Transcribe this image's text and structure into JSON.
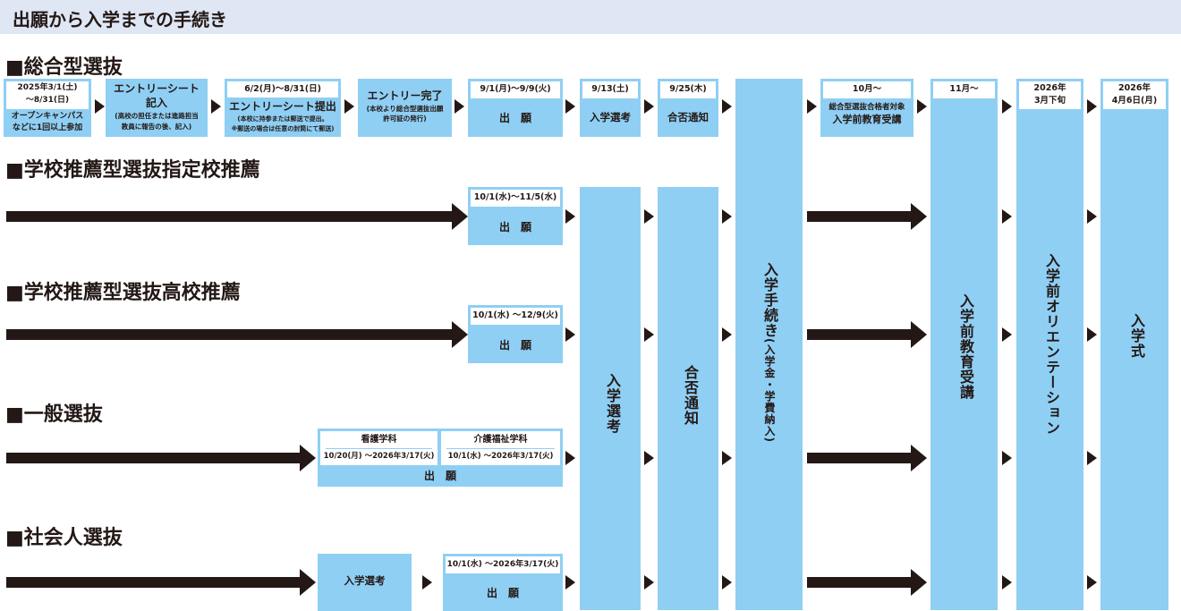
{
  "header": {
    "title": "出願から入学までの手続き"
  },
  "sections": {
    "sogo": "■総合型選抜",
    "shitei": "■学校推薦型選抜指定校推薦",
    "koko": "■学校推薦型選抜高校推薦",
    "ippan": "■一般選抜",
    "shakai": "■社会人選抜"
  },
  "sogo_row": {
    "s1_date1": "2025年3/1(土)",
    "s1_date2": "～8/31(日)",
    "s1_text1": "オープンキャンパス",
    "s1_text2": "などに1回以上参加",
    "s2_title1": "エントリーシート",
    "s2_title2": "記入",
    "s2_note1": "(高校の担任または進路担当",
    "s2_note2": "教員に報告の後、記入)",
    "s3_date": "6/2(月)～8/31(日)",
    "s3_title": "エントリーシート提出",
    "s3_note1": "(本校に持参または郵送で提出。",
    "s3_note2": "※郵送の場合は任意の封筒にて郵送)",
    "s4_title": "エントリー完了",
    "s4_note1": "(本校より総合型選抜出願",
    "s4_note2": "許可証の発行)",
    "s5_date": "9/1(月)～9/9(火)",
    "s5_text": "出　願",
    "s6_date": "9/13(土)",
    "s6_text": "入学選考",
    "s7_date": "9/25(木)",
    "s7_text": "合否通知",
    "s8_date": "10月～",
    "s8_text1": "総合型選抜合格者対象",
    "s8_text2": "入学前教育受講",
    "s9_date": "11月～",
    "s10_date1": "2026年",
    "s10_date2": "3月下旬",
    "s11_date1": "2026年",
    "s11_date2": "4月6日(月)"
  },
  "shitei_row": {
    "date": "10/1(水)～11/5(水)",
    "text": "出　願"
  },
  "koko_row": {
    "date": "10/1(水) ～12/9(火)",
    "text": "出　願"
  },
  "ippan_row": {
    "dept1": "看護学科",
    "dept1_date": "10/20(月) ～2026年3/17(火)",
    "dept2": "介護福祉学科",
    "dept2_date": "10/1(水) ～2026年3/17(火)",
    "text": "出　願"
  },
  "shakai_row": {
    "exam": "入学選考",
    "date": "10/1(水) ～2026年3/17(火)",
    "text": "出　願"
  },
  "columns": {
    "nyugaku_senko": "入学選考",
    "gohi_tsuchi": "合否通知",
    "nyugaku_tetsuzuki": "入学手続き",
    "nyugaku_tetsuzuki_note": "(入学金・学費納入)",
    "kyoiku_juko": "入学前教育受講",
    "orientation": "入学前オリエンテーション",
    "nyugakushiki": "入学式"
  }
}
